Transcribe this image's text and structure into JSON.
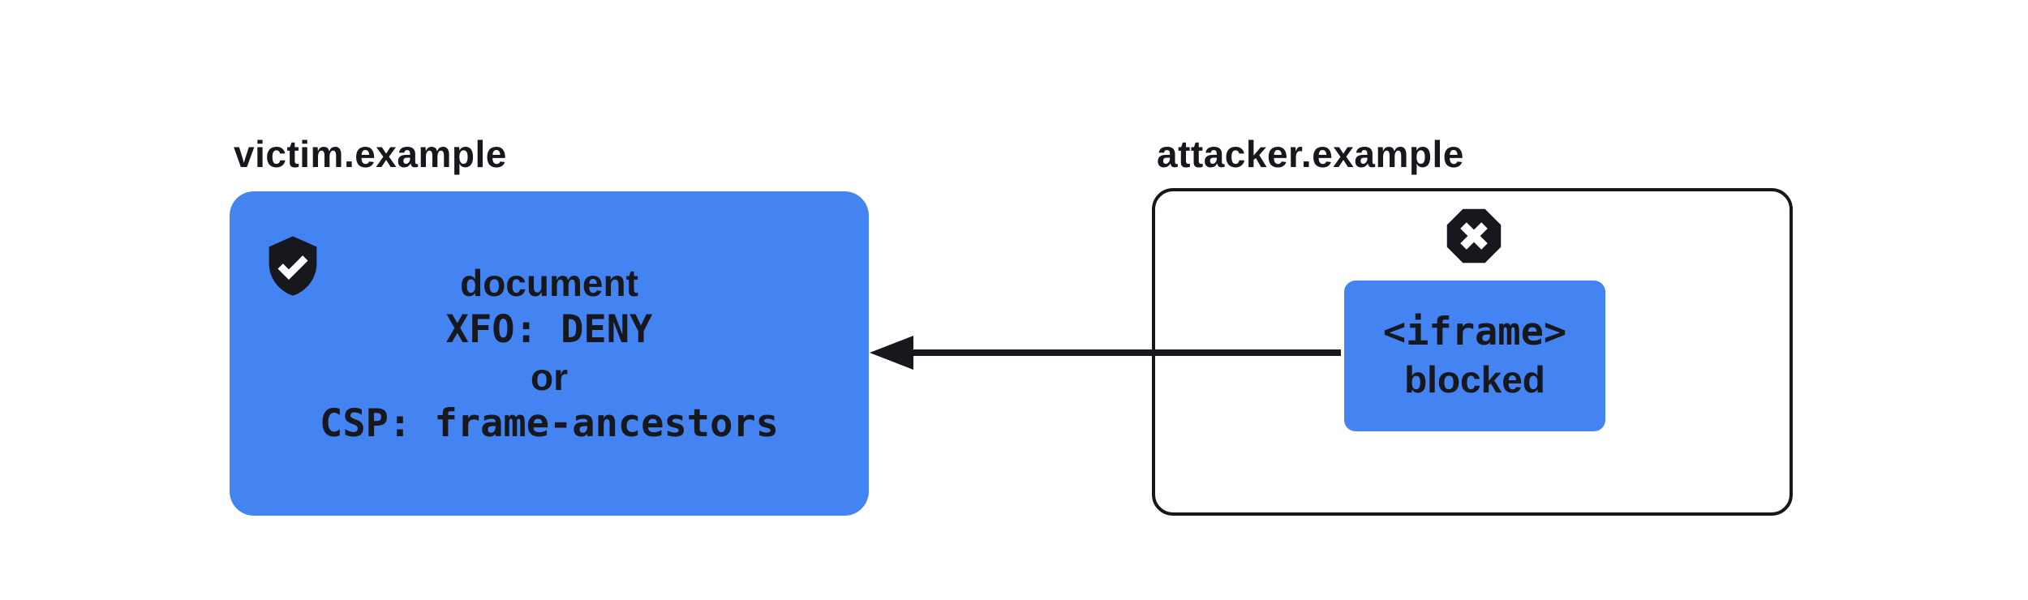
{
  "victim": {
    "title": "victim.example",
    "icon": "shield-check-icon",
    "lines": [
      {
        "text": "document"
      },
      {
        "text": "XFO: DENY"
      },
      {
        "text": "or"
      },
      {
        "text": "CSP: frame-ancestors"
      }
    ]
  },
  "attacker": {
    "title": "attacker.example",
    "icon": "blocked-x-octagon-icon",
    "iframe": {
      "lines": [
        {
          "text": "<iframe>"
        },
        {
          "text": "blocked"
        }
      ]
    }
  },
  "arrow": {
    "direction": "right-to-left"
  },
  "colors": {
    "blue": "#4484F2",
    "dark": "#16181D",
    "background": "#FFFFFF"
  }
}
